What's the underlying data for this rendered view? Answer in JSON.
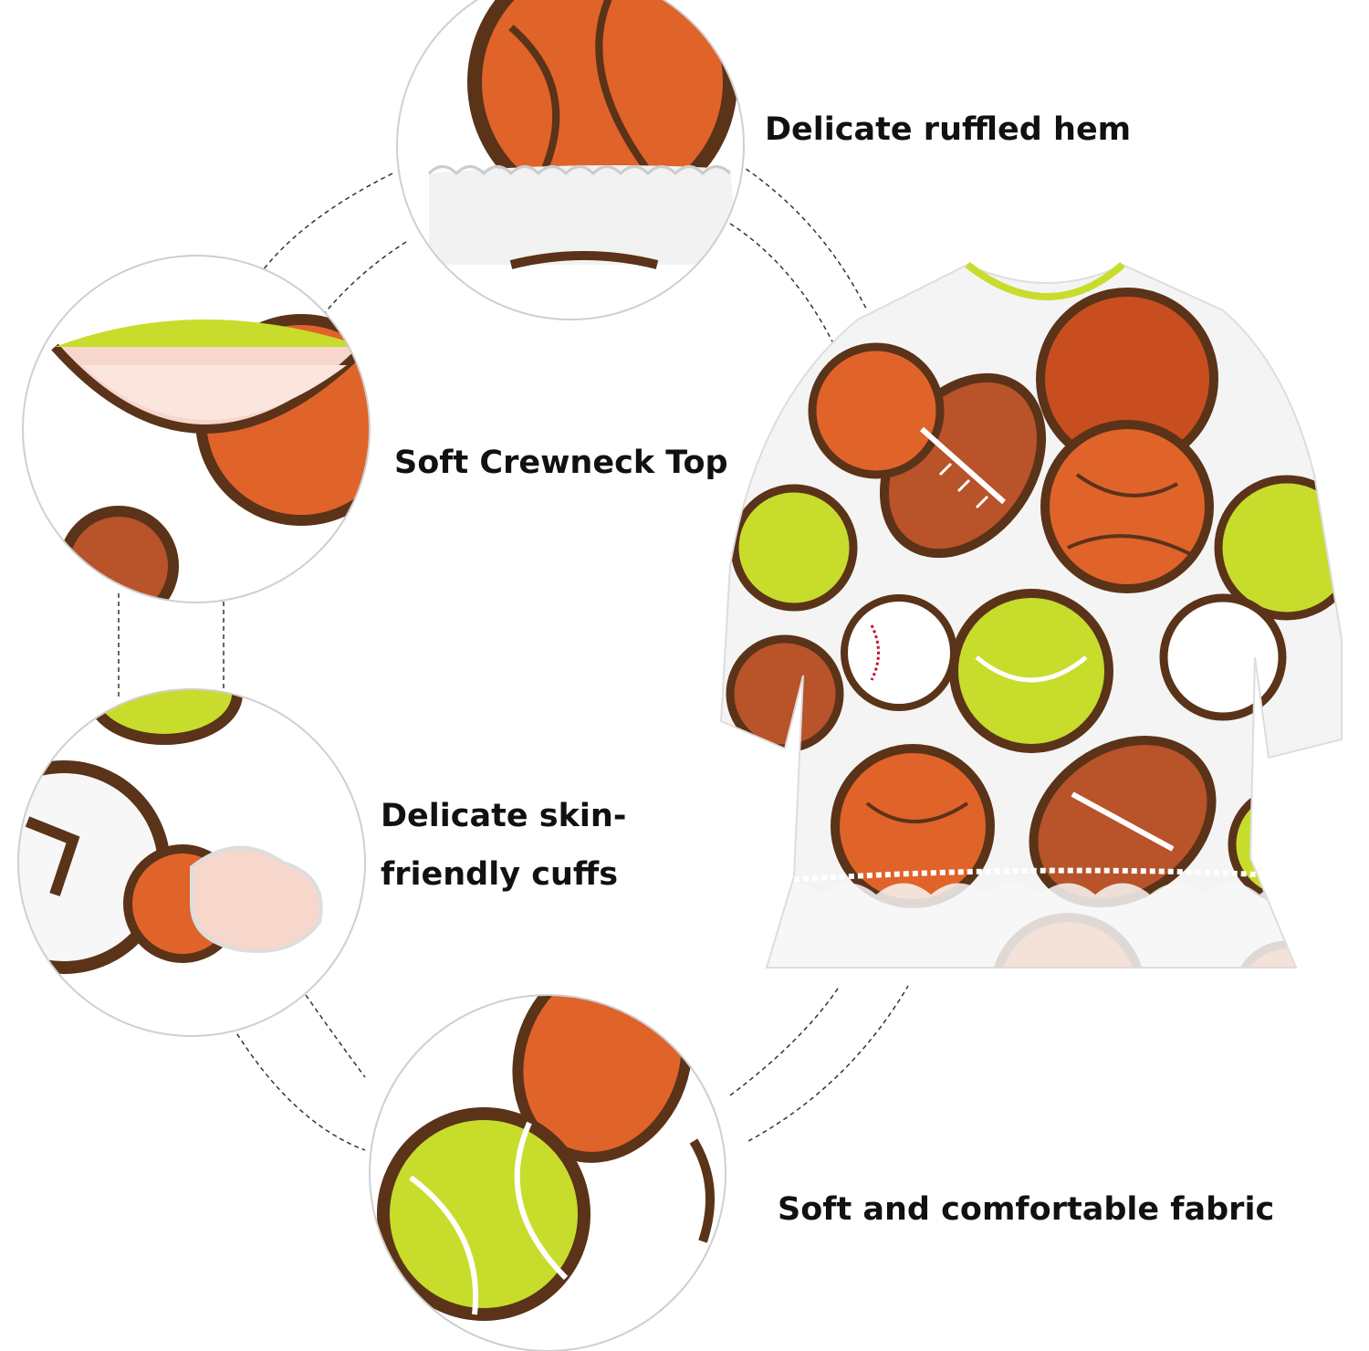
{
  "features": {
    "hem": "Delicate ruffled hem",
    "neck": "Soft Crewneck Top",
    "cuffs": "Delicate skin-friendly cuffs",
    "fabric": "Soft and comfortable fabric"
  },
  "colors": {
    "basketball": "#e0632a",
    "basketball_shade": "#c94e1f",
    "football": "#b8532a",
    "tennis": "#c8dc2c",
    "tennis_shade": "#a9c220",
    "outline": "#5a3319",
    "stitch": "#c8102e",
    "fabric": "#f4f4f4",
    "connector": "#333333"
  }
}
